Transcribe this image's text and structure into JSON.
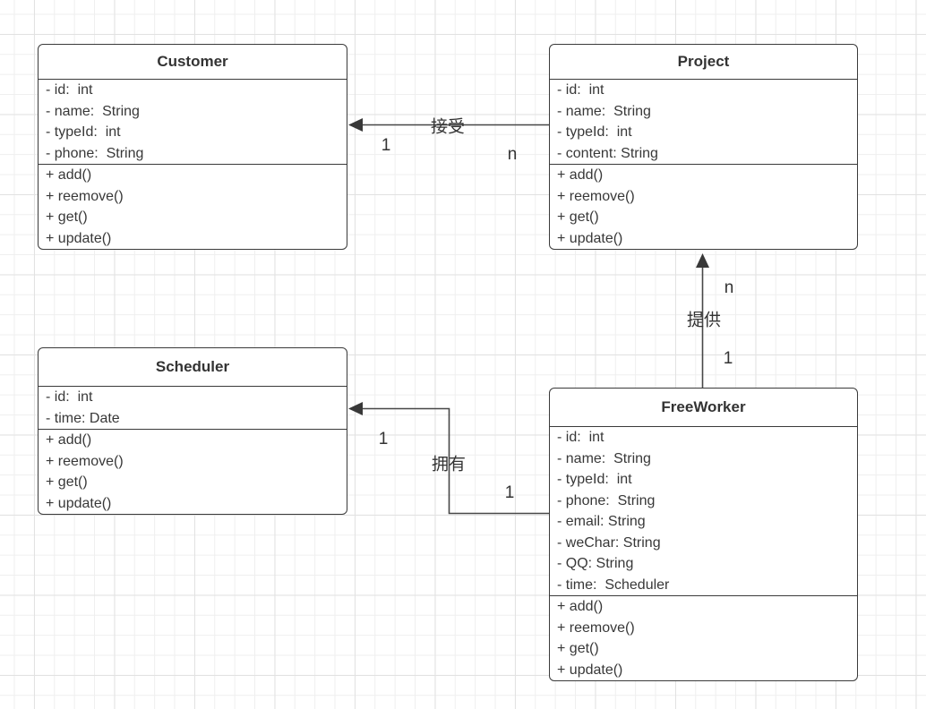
{
  "canvas": {
    "background": "#ffffff",
    "grid_minor_color": "#efefef",
    "grid_major_color": "#e2e2e2"
  },
  "colors": {
    "box_border": "#3a3a3a",
    "text": "#333333",
    "relation_line": "#474747"
  },
  "classes": {
    "customer": {
      "name": "Customer",
      "attributes": [
        "- id:  int",
        "- name:  String",
        "- typeId:  int",
        "- phone:  String"
      ],
      "methods": [
        "+ add()",
        "+ reemove()",
        "+ get()",
        "+ update()"
      ]
    },
    "project": {
      "name": "Project",
      "attributes": [
        "- id:  int",
        "- name:  String",
        "- typeId:  int",
        "- content: String"
      ],
      "methods": [
        "+ add()",
        "+ reemove()",
        "+ get()",
        "+ update()"
      ]
    },
    "scheduler": {
      "name": "Scheduler",
      "attributes": [
        "- id:  int",
        "- time: Date"
      ],
      "methods": [
        "+ add()",
        "+ reemove()",
        "+ get()",
        "+ update()"
      ]
    },
    "freeworker": {
      "name": "FreeWorker",
      "attributes": [
        "- id:  int",
        "- name:  String",
        "- typeId:  int",
        "- phone:  String",
        "- email: String",
        "- weChar: String",
        "- QQ: String",
        "- time:  Scheduler"
      ],
      "methods": [
        "+ add()",
        "+ reemove()",
        "+ get()",
        "+ update()"
      ]
    }
  },
  "relations": {
    "accept": {
      "label": "接受",
      "mult_customer": "1",
      "mult_project": "n"
    },
    "provide": {
      "label": "提供",
      "mult_project": "n",
      "mult_freeworker": "1"
    },
    "own": {
      "label": "拥有",
      "mult_scheduler": "1",
      "mult_freeworker": "1"
    }
  }
}
